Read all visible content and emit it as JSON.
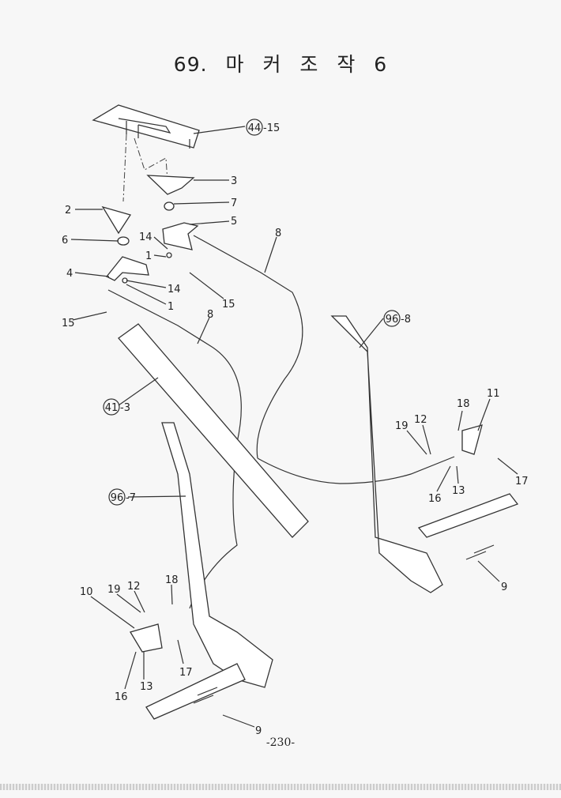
{
  "title": "69. 마 커 조 작 6",
  "page_number": "-230-",
  "callouts": {
    "ref_44_15": {
      "circled": "44",
      "suffix": "-15"
    },
    "ref_96_8": {
      "circled": "96",
      "suffix": "-8"
    },
    "ref_41_3": {
      "circled": "41",
      "suffix": "-3"
    },
    "ref_96_7": {
      "circled": "96",
      "suffix": "-7"
    }
  },
  "upper_labels": [
    "3",
    "7",
    "5",
    "8",
    "2",
    "6",
    "14",
    "1",
    "4",
    "14",
    "1",
    "15",
    "15",
    "8"
  ],
  "right_labels": [
    "11",
    "18",
    "12",
    "19",
    "17",
    "16",
    "13",
    "9"
  ],
  "left_labels": [
    "10",
    "19",
    "12",
    "18",
    "17",
    "16",
    "13",
    "9"
  ]
}
